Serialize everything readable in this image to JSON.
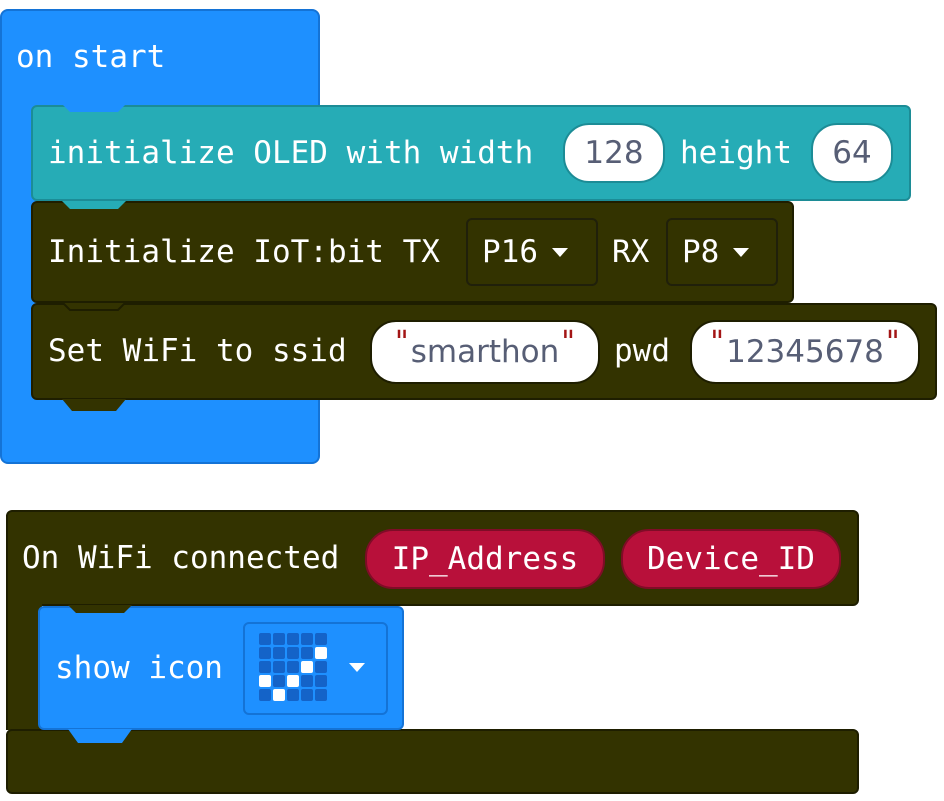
{
  "on_start": {
    "label": "on start",
    "oled": {
      "label": "initialize OLED with width",
      "width": "128",
      "height_label": "height",
      "height": "64"
    },
    "iot": {
      "label": "Initialize IoT:bit TX",
      "tx_value": "P16",
      "rx_label": "RX",
      "rx_value": "P8"
    },
    "wifi": {
      "label": "Set WiFi to ssid",
      "ssid": "smarthon",
      "pwd_label": "pwd",
      "pwd": "12345678"
    }
  },
  "on_wifi_connected": {
    "label": "On WiFi connected",
    "params": [
      "IP_Address",
      "Device_ID"
    ],
    "show_icon": {
      "label": "show icon",
      "icon_leds": [
        [
          0,
          0,
          0,
          0,
          0
        ],
        [
          0,
          0,
          0,
          0,
          1
        ],
        [
          0,
          0,
          0,
          1,
          0
        ],
        [
          1,
          0,
          1,
          0,
          0
        ],
        [
          0,
          1,
          0,
          0,
          0
        ]
      ]
    }
  },
  "colors": {
    "basic_blue": "#1e90ff",
    "oled_teal": "#26acb6",
    "iot_dark": "#333300",
    "param_red": "#b8103a"
  }
}
